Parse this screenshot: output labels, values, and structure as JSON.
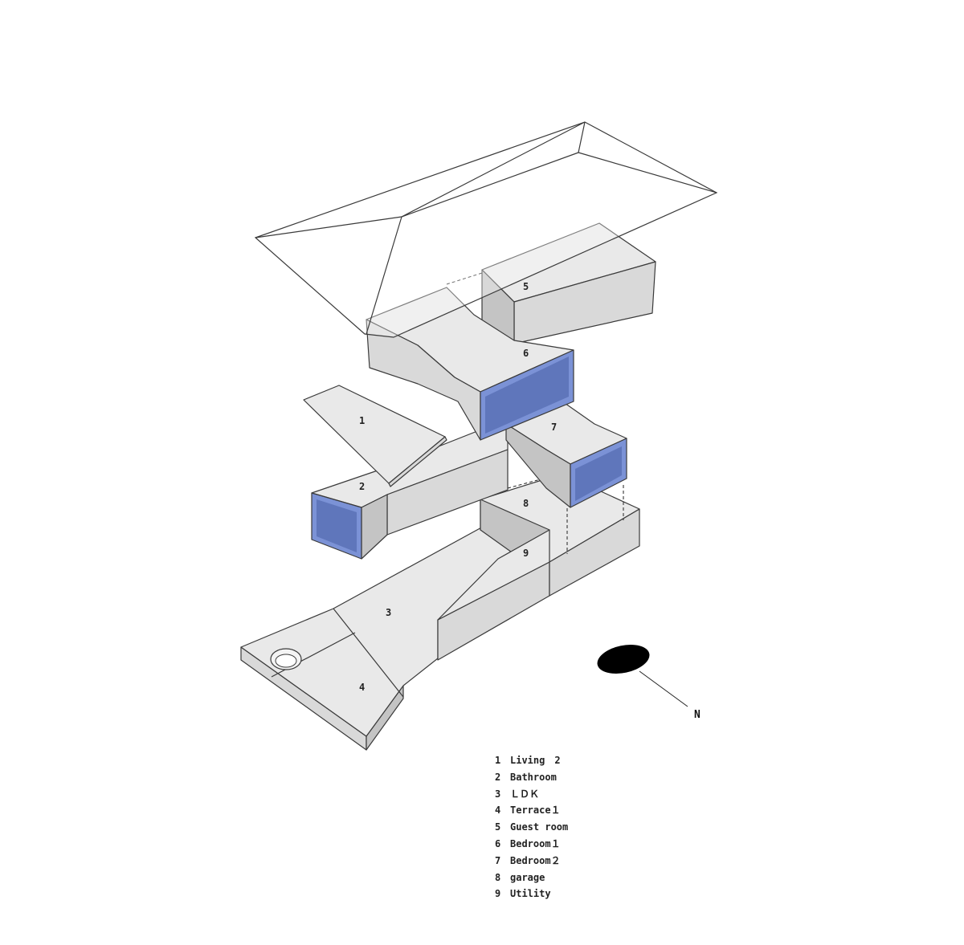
{
  "diagram": {
    "room_numbers": [
      "1",
      "2",
      "3",
      "4",
      "5",
      "6",
      "7",
      "8",
      "9"
    ],
    "north_label": "N"
  },
  "legend": [
    {
      "num": "1",
      "label": "Living　2"
    },
    {
      "num": "2",
      "label": "Bathroom"
    },
    {
      "num": "3",
      "label": "ＬＤＫ"
    },
    {
      "num": "4",
      "label": "Terrace１"
    },
    {
      "num": "5",
      "label": "Guest room"
    },
    {
      "num": "6",
      "label": "Bedroom１"
    },
    {
      "num": "7",
      "label": "Bedroom２"
    },
    {
      "num": "8",
      "label": "garage"
    },
    {
      "num": "9",
      "label": "Utility"
    }
  ],
  "colors": {
    "window_glass": "#7b92d6",
    "volume_top": "#e9e9e9",
    "volume_side": "#d9d9d9",
    "north_marker": "#000000"
  }
}
